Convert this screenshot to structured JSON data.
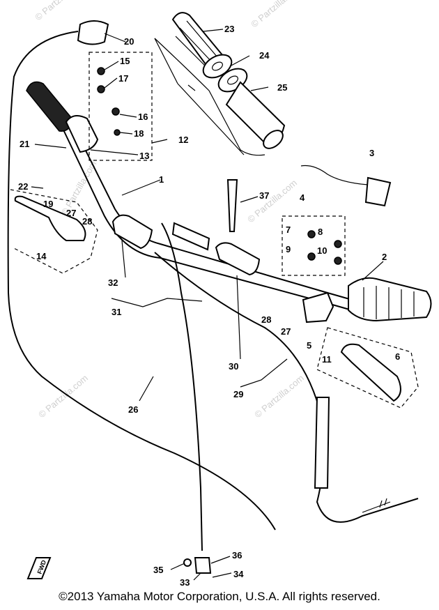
{
  "diagram": {
    "watermark": "© Partzilla.com",
    "fwd_mark": "FWD",
    "callouts": [
      "1",
      "2",
      "3",
      "4",
      "5",
      "6",
      "7",
      "8",
      "9",
      "10",
      "11",
      "12",
      "13",
      "14",
      "15",
      "16",
      "17",
      "18",
      "19",
      "20",
      "21",
      "22",
      "23",
      "24",
      "25",
      "26",
      "27",
      "27",
      "28",
      "28",
      "29",
      "30",
      "31",
      "32",
      "33",
      "34",
      "35",
      "36",
      "37"
    ]
  },
  "footer": {
    "copyright": "©2013 Yamaha Motor Corporation, U.S.A. All rights reserved."
  }
}
